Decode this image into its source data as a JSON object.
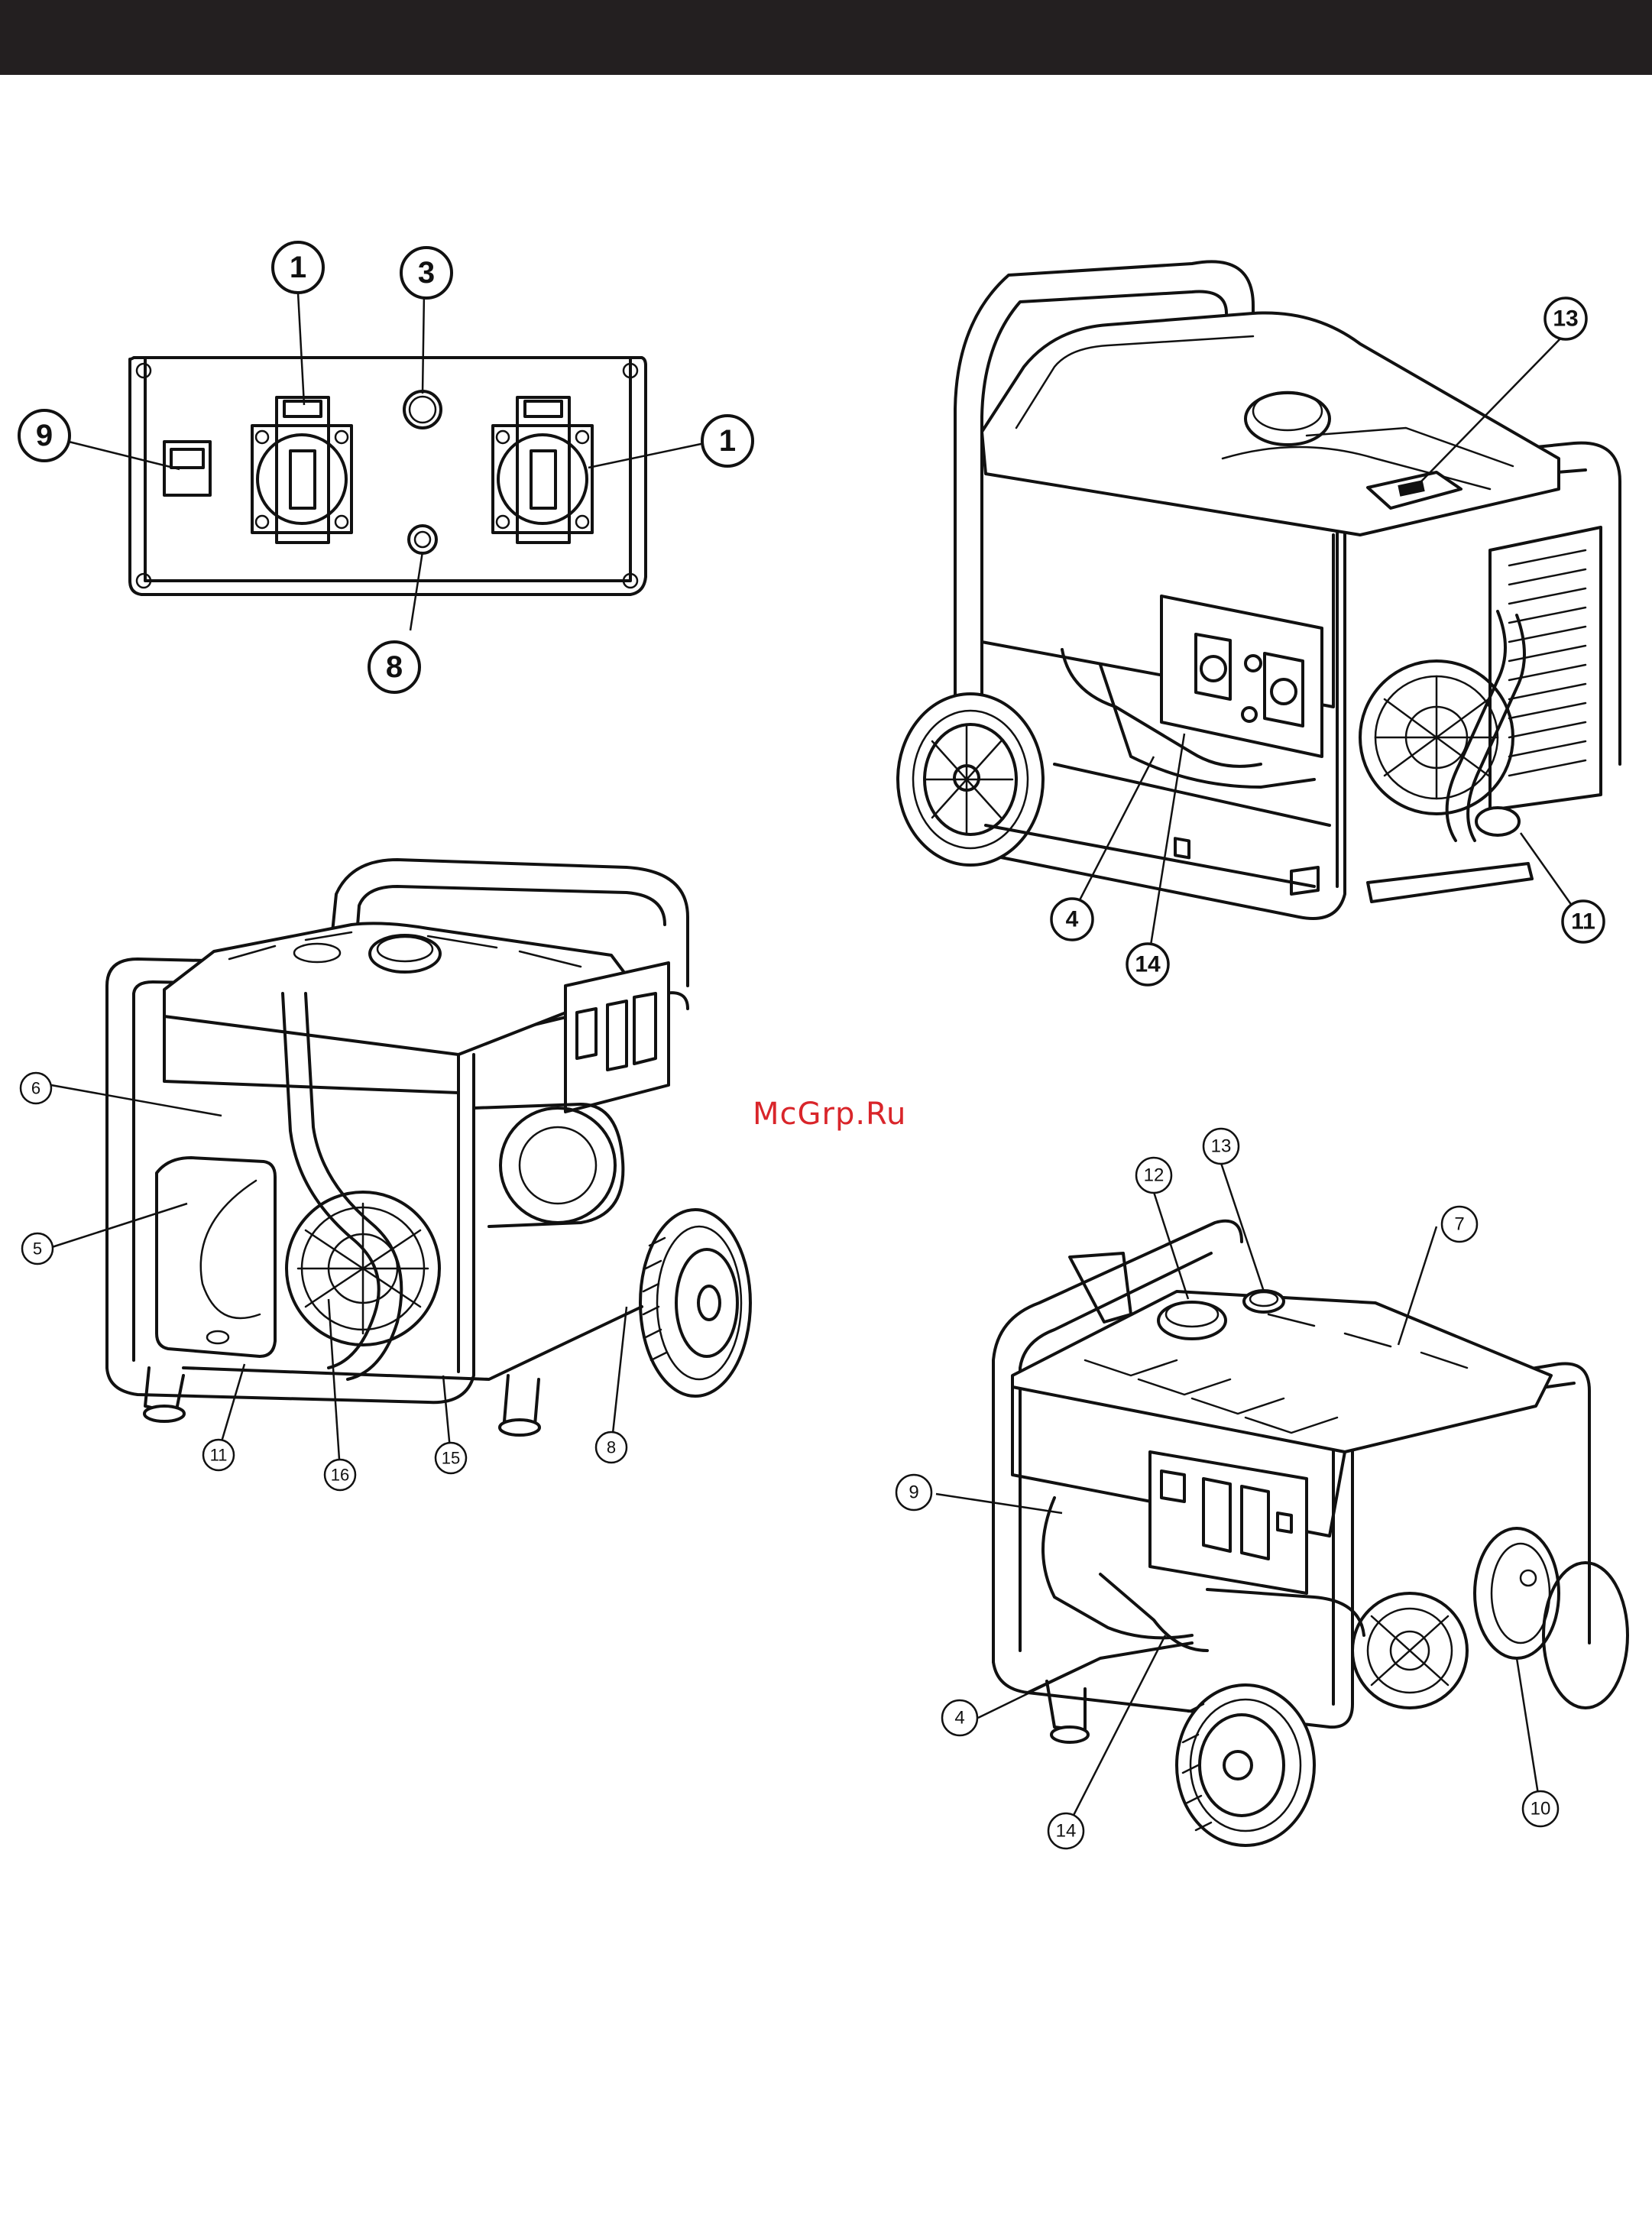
{
  "watermark": "McGrp.Ru",
  "callouts": {
    "panel": [
      {
        "id": "panel-1a",
        "label": "1"
      },
      {
        "id": "panel-3",
        "label": "3"
      },
      {
        "id": "panel-9",
        "label": "9"
      },
      {
        "id": "panel-1b",
        "label": "1"
      },
      {
        "id": "panel-8",
        "label": "8"
      }
    ],
    "front": [
      {
        "id": "front-13",
        "label": "13"
      },
      {
        "id": "front-4",
        "label": "4"
      },
      {
        "id": "front-14",
        "label": "14"
      },
      {
        "id": "front-11",
        "label": "11"
      }
    ],
    "rear": [
      {
        "id": "rear-6",
        "label": "6"
      },
      {
        "id": "rear-5",
        "label": "5"
      },
      {
        "id": "rear-11",
        "label": "11"
      },
      {
        "id": "rear-16",
        "label": "16"
      },
      {
        "id": "rear-15",
        "label": "15"
      },
      {
        "id": "rear-8",
        "label": "8"
      }
    ],
    "iso": [
      {
        "id": "iso-12",
        "label": "12"
      },
      {
        "id": "iso-13",
        "label": "13"
      },
      {
        "id": "iso-7",
        "label": "7"
      },
      {
        "id": "iso-9",
        "label": "9"
      },
      {
        "id": "iso-4",
        "label": "4"
      },
      {
        "id": "iso-14",
        "label": "14"
      },
      {
        "id": "iso-10",
        "label": "10"
      }
    ]
  }
}
